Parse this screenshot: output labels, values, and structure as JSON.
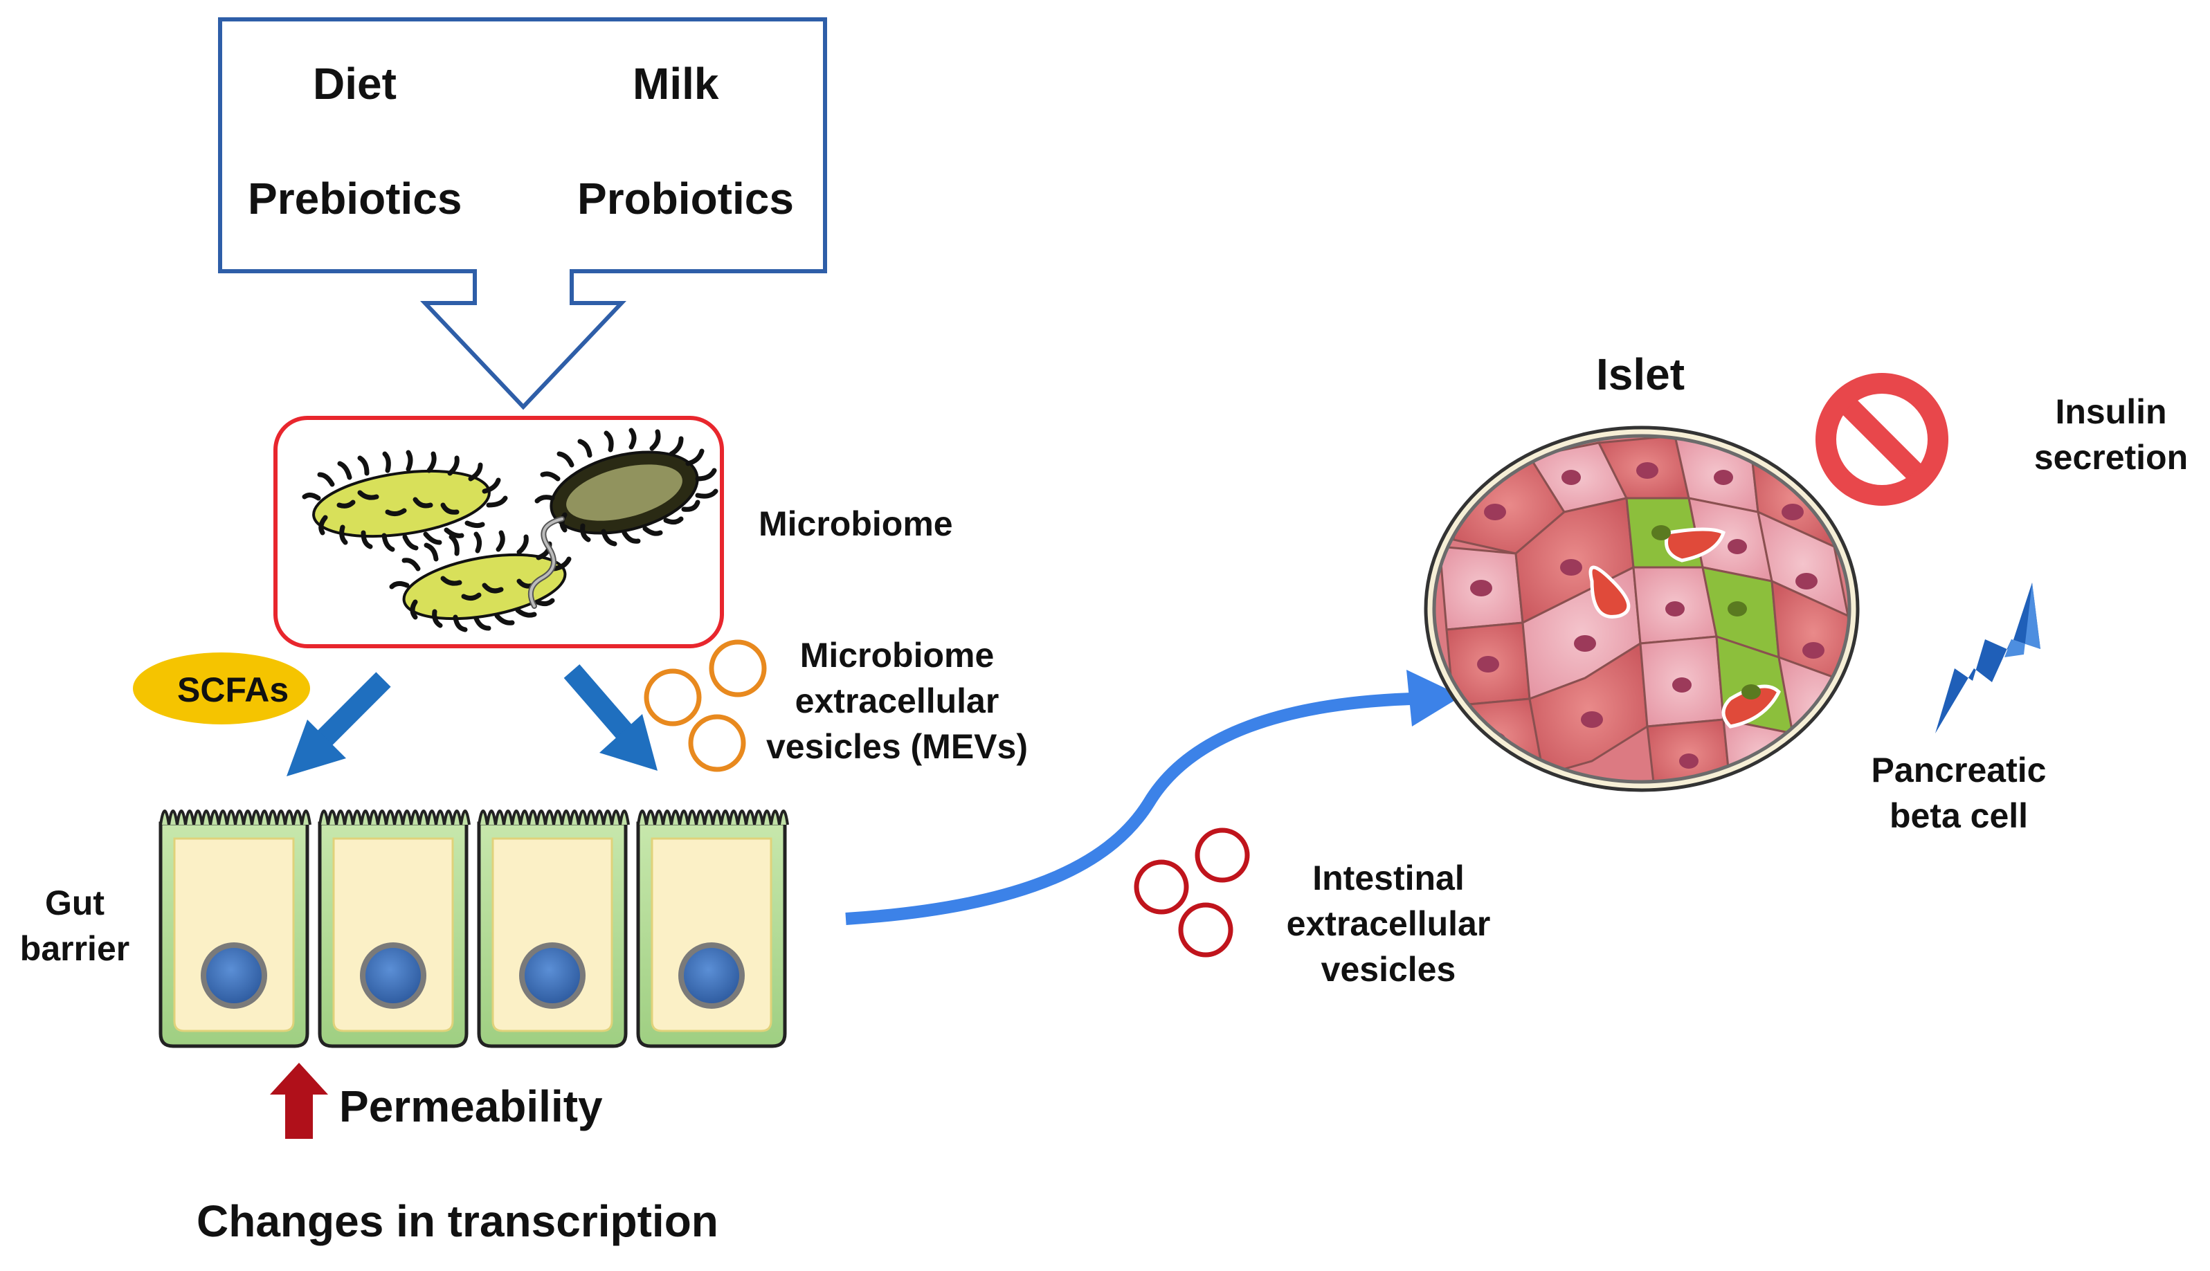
{
  "inputs": {
    "diet": "Diet",
    "milk": "Milk",
    "prebiotics": "Prebiotics",
    "probiotics": "Probiotics"
  },
  "microbiome": {
    "label": "Microbiome"
  },
  "scfas": {
    "label": "SCFAs"
  },
  "mevs": {
    "line1": "Microbiome",
    "line2": "extracellular",
    "line3": "vesicles (MEVs)"
  },
  "gut": {
    "line1": "Gut",
    "line2": "barrier"
  },
  "permeability": {
    "label": "Permeability"
  },
  "transcription": {
    "label": "Changes in transcription"
  },
  "ievs": {
    "line1": "Intestinal",
    "line2": "extracellular",
    "line3": "vesicles"
  },
  "islet": {
    "label": "Islet"
  },
  "insulin": {
    "line1": "Insulin",
    "line2": "secretion"
  },
  "beta_cell": {
    "line1": "Pancreatic",
    "line2": "beta cell"
  },
  "icons": {
    "bacteria": "bacteria-icon",
    "vesicle": "vesicle-icon",
    "islet": "islet-icon",
    "prohibited": "prohibited-icon",
    "lightning": "lightning-icon",
    "up_arrow": "up-arrow-icon"
  },
  "colors": {
    "input_box_border": "#2e5ea8",
    "microbiome_box_border": "#e8262d",
    "scfa_fill": "#f5c400",
    "mev_ring": "#e8891e",
    "iev_ring": "#c0141c",
    "flow_arrow": "#3c82e8",
    "blue_arrow": "#1f6fbf",
    "permeability_arrow": "#b0101a",
    "prohibited": "#e8474b",
    "lightning": "#1f5fb8",
    "gut_cell": "#bfe0a6",
    "nucleus": "#3b6bb3"
  }
}
